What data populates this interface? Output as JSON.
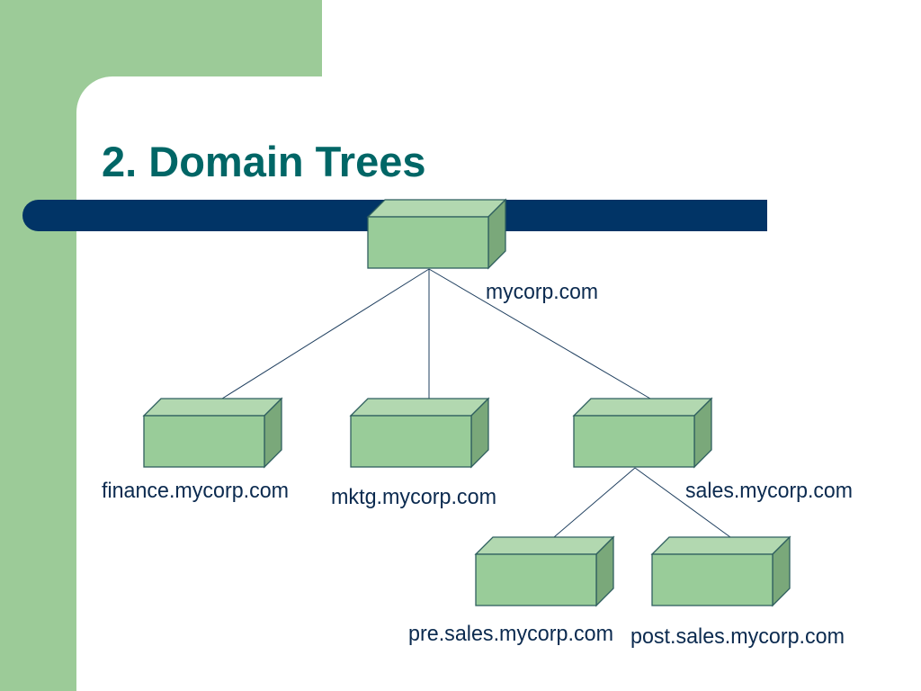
{
  "slide": {
    "title": "2. Domain Trees"
  },
  "colors": {
    "background_accent": "#9ccb98",
    "bar": "#013466",
    "title": "#006666",
    "box_front": "#99cc99",
    "box_top": "#b2d8b0",
    "box_side": "#7aa87a",
    "box_outline": "#2f5f5f",
    "label": "#0b2a4f"
  },
  "tree": {
    "nodes": [
      {
        "id": "root",
        "label": "mycorp.com",
        "parent": null
      },
      {
        "id": "finance",
        "label": "finance.mycorp.com",
        "parent": "root"
      },
      {
        "id": "mktg",
        "label": "mktg.mycorp.com",
        "parent": "root"
      },
      {
        "id": "sales",
        "label": "sales.mycorp.com",
        "parent": "root"
      },
      {
        "id": "pre",
        "label": "pre.sales.mycorp.com",
        "parent": "sales"
      },
      {
        "id": "post",
        "label": "post.sales.mycorp.com",
        "parent": "sales"
      }
    ]
  }
}
